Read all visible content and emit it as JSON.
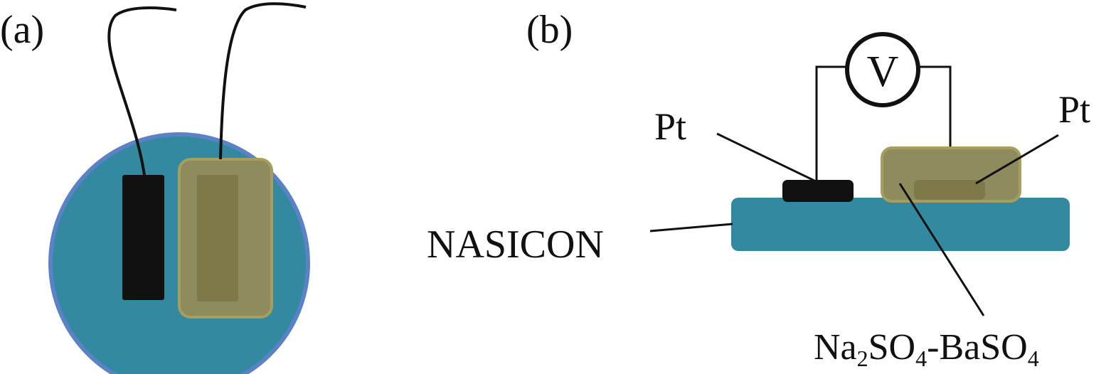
{
  "panel_a": {
    "label": "(a)"
  },
  "panel_b": {
    "label": "(b)",
    "voltmeter_symbol": "V",
    "label_pt_left": "Pt",
    "label_pt_right": "Pt",
    "label_substrate": "NASICON",
    "label_electrolyte": {
      "p1": "Na",
      "s1": "2",
      "p2": "SO",
      "s2": "4",
      "p3": "-BaSO",
      "s3": "4"
    }
  },
  "colors": {
    "substrate": "#3389A0",
    "substrate_edge": "#5B82C6",
    "pt_electrode": "#111111",
    "electrolyte_layer": "#8E8B5E",
    "electrolyte_edge": "#A59E5C",
    "inner_electrode": "#7F7848",
    "wire": "#111111"
  }
}
